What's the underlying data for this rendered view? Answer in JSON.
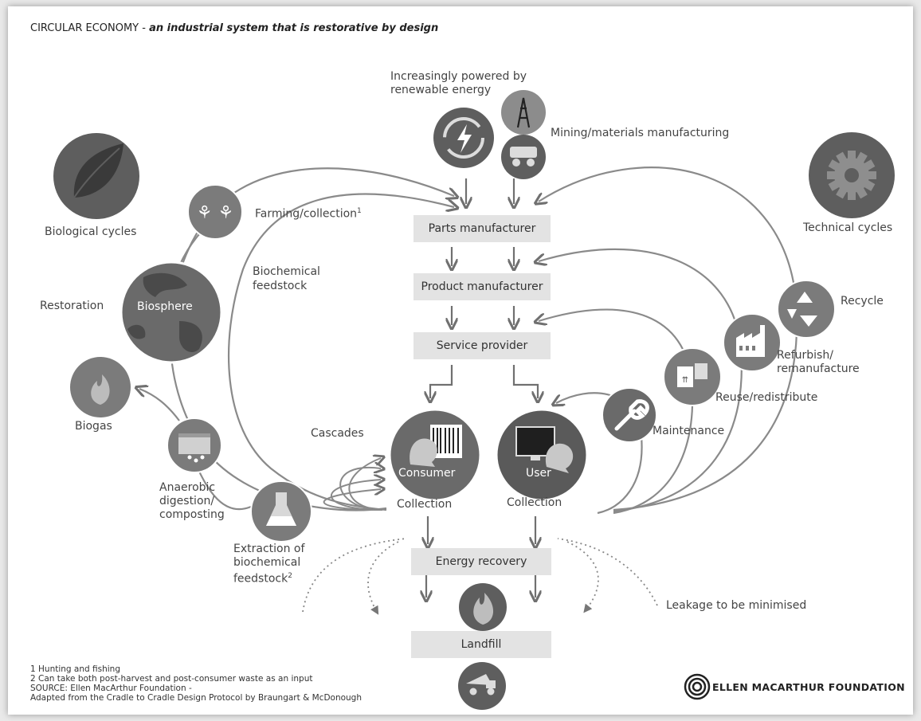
{
  "title": {
    "main": "CIRCULAR ECONOMY",
    "sep": " - ",
    "sub": "an industrial system that is restorative by design"
  },
  "energy": {
    "line1": "Increasingly powered by",
    "line2": "renewable energy"
  },
  "mining": "Mining/materials manufacturing",
  "boxes": {
    "parts": "Parts manufacturer",
    "product": "Product manufacturer",
    "service": "Service provider",
    "energy_recovery": "Energy recovery",
    "landfill": "Landfill"
  },
  "biological": {
    "heading": "Biological cycles",
    "farming": "Farming/collection",
    "farming_note": "1",
    "biochem_1": "Biochemical",
    "biochem_2": "feedstock",
    "restoration": "Restoration",
    "biosphere": "Biosphere",
    "biogas": "Biogas",
    "anaerobic_1": "Anaerobic",
    "anaerobic_2": "digestion/",
    "anaerobic_3": "composting",
    "extraction_1": "Extraction of",
    "extraction_2": "biochemical",
    "extraction_3": "feedstock",
    "extraction_note": "2",
    "cascades": "Cascades"
  },
  "technical": {
    "heading": "Technical cycles",
    "recycle": "Recycle",
    "refurbish_1": "Refurbish/",
    "refurbish_2": "remanufacture",
    "reuse": "Reuse/redistribute",
    "maintenance": "Maintenance"
  },
  "consumer": "Consumer",
  "user": "User",
  "collection_left": "Collection",
  "collection_right": "Collection",
  "leakage": "Leakage to be minimised",
  "notes": {
    "n1": "1  Hunting and fishing",
    "n2": "2  Can take both post-harvest and post-consumer waste as an input",
    "n3": "SOURCE: Ellen MacArthur Foundation -",
    "n4": "Adapted from the Cradle to Cradle Design Protocol by Braungart & McDonough"
  },
  "logo_text": "ELLEN MACARTHUR FOUNDATION",
  "colors": {
    "circle_dark": "#5a5a5a",
    "circle_mid": "#7d7d7d",
    "arrow": "#707070",
    "box": "#e3e3e3"
  }
}
